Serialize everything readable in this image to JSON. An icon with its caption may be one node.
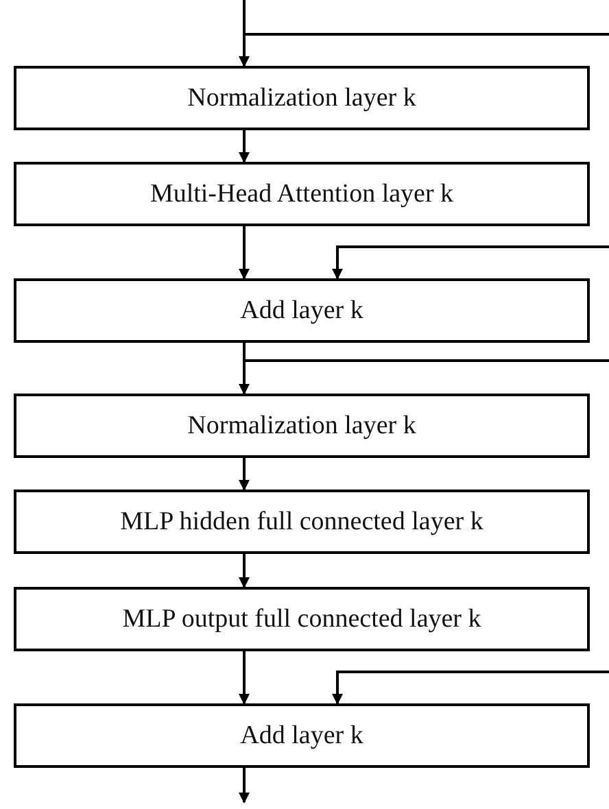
{
  "diagram": {
    "nodes": [
      {
        "text": [
          "Normalization layer k"
        ]
      },
      {
        "text": [
          "Multi-Head Attention layer k"
        ]
      },
      {
        "text": [
          "Add layer k"
        ]
      },
      {
        "text": [
          "Normalization layer k"
        ]
      },
      {
        "text": [
          "MLP hidden full connected layer k"
        ]
      },
      {
        "text": [
          "MLP output full connected layer k"
        ]
      },
      {
        "text": [
          "Add layer k"
        ]
      }
    ],
    "edges": [
      {
        "from": null,
        "to": 0,
        "arrow": "to"
      },
      {
        "from": 0,
        "to": 1,
        "arrow": "to"
      },
      {
        "from": 1,
        "to": 2,
        "arrow": "to"
      },
      {
        "from": null,
        "to": 2,
        "arrow": "to"
      },
      {
        "from": 2,
        "to": 3,
        "arrow": "to"
      },
      {
        "from": 3,
        "to": 4,
        "arrow": "to"
      },
      {
        "from": 4,
        "to": 5,
        "arrow": "to"
      },
      {
        "from": 5,
        "to": 6,
        "arrow": "to"
      },
      {
        "from": null,
        "to": 6,
        "arrow": "to"
      },
      {
        "from": 6,
        "to": null,
        "arrow": "to"
      }
    ]
  }
}
